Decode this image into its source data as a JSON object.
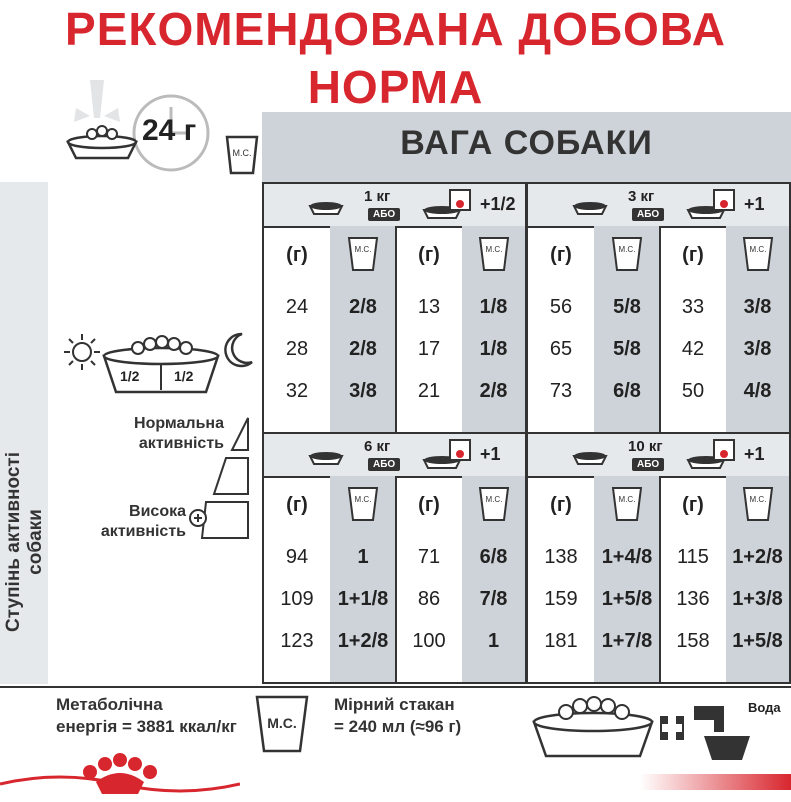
{
  "title": {
    "line1": "РЕКОМЕНДОВАНА ДОБОВА",
    "line2": "НОРМА"
  },
  "portion": {
    "amount": "24 г",
    "cup_label": "М.С."
  },
  "weight_header": "ВАГА СОБАКИ",
  "activity_axis_label": "Ступінь активності собаки",
  "bowl_split": [
    "1/2",
    "1/2"
  ],
  "activity": {
    "normal": [
      "Нормальна",
      "активність"
    ],
    "high": [
      "Висока",
      "активність"
    ]
  },
  "or_label": "АБО",
  "unit_g": "(г)",
  "cup_label": "М.С.",
  "blocks": [
    {
      "weight": "1 кг",
      "plus": "+1/2",
      "rows": [
        [
          "24",
          "2/8",
          "13",
          "1/8"
        ],
        [
          "28",
          "2/8",
          "17",
          "1/8"
        ],
        [
          "32",
          "3/8",
          "21",
          "2/8"
        ]
      ]
    },
    {
      "weight": "3 кг",
      "plus": "+1",
      "rows": [
        [
          "56",
          "5/8",
          "33",
          "3/8"
        ],
        [
          "65",
          "5/8",
          "42",
          "3/8"
        ],
        [
          "73",
          "6/8",
          "50",
          "4/8"
        ]
      ]
    },
    {
      "weight": "6 кг",
      "plus": "+1",
      "rows": [
        [
          "94",
          "1",
          "71",
          "6/8"
        ],
        [
          "109",
          "1+1/8",
          "86",
          "7/8"
        ],
        [
          "123",
          "1+2/8",
          "100",
          "1"
        ]
      ]
    },
    {
      "weight": "10 кг",
      "plus": "+1",
      "rows": [
        [
          "138",
          "1+4/8",
          "115",
          "1+2/8"
        ],
        [
          "159",
          "1+5/8",
          "136",
          "1+3/8"
        ],
        [
          "181",
          "1+7/8",
          "158",
          "1+5/8"
        ]
      ]
    }
  ],
  "footer": {
    "energy": [
      "Метаболічна",
      "енергія  = 3881 ккал/кг"
    ],
    "cup": [
      "Мірний стакан",
      "= 240 мл (≈96 г)"
    ],
    "cup_label": "М.С.",
    "water": "Вода"
  },
  "colors": {
    "brand_red": "#d8262e",
    "grey_light": "#e6e9ec",
    "grey_mid": "#cdd3d8",
    "ink": "#333333"
  }
}
